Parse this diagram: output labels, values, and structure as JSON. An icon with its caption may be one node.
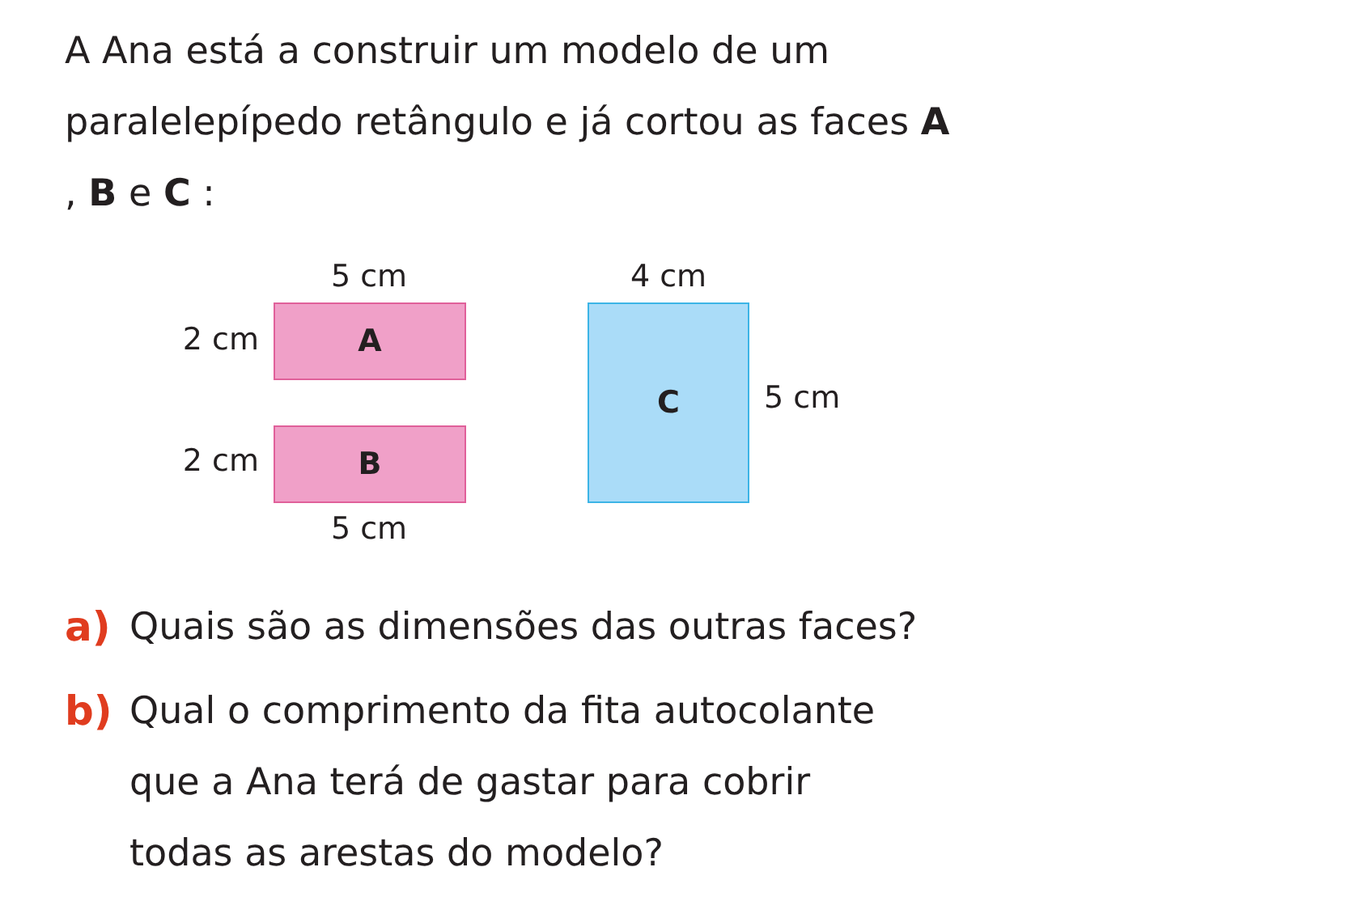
{
  "diagram": {
    "nodes": [
      {
        "text": [
          "A"
        ],
        "beside": [
          "5 cm",
          "2 cm"
        ]
      },
      {
        "text": [
          "B"
        ],
        "beside": [
          "2 cm",
          "5 cm"
        ]
      },
      {
        "text": [
          "C"
        ],
        "beside": [
          "4 cm",
          "5 cm"
        ]
      }
    ],
    "labels": [
      "A Ana está a construir um modelo de um paralelepípedo retângulo e já cortou as faces **A** , **B** e **C** :",
      "a)",
      "Quais são as dimensões das outras faces?",
      "b)",
      "Qual o comprimento da fita autocolante que a Ana terá de gastar para cobrir todas as arestas do modelo?"
    ]
  }
}
